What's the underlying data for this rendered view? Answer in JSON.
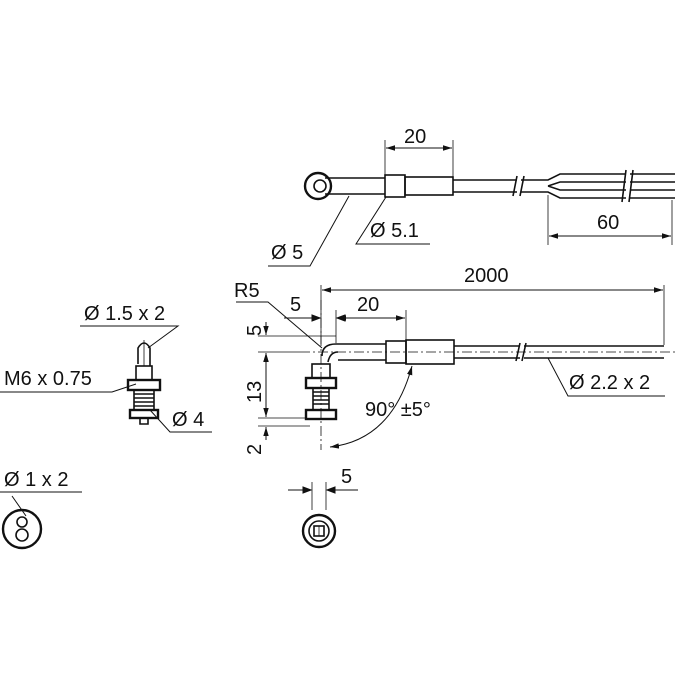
{
  "labels": {
    "top_20": "20",
    "top_60": "60",
    "dia_5": "Ø 5",
    "dia_5_1": "Ø 5.1",
    "r5": "R5",
    "len_5": "5",
    "len_20": "20",
    "len_2000": "2000",
    "vert_5": "5",
    "vert_13": "13",
    "vert_2": "2",
    "angle": "90° ±5°",
    "dia_2_2x2": "Ø 2.2 x 2",
    "dia_1_5x2": "Ø 1.5 x 2",
    "thread": "M6 x 0.75",
    "dia_4": "Ø 4",
    "dia_1x2": "Ø 1 x 2",
    "front_5": "5"
  }
}
